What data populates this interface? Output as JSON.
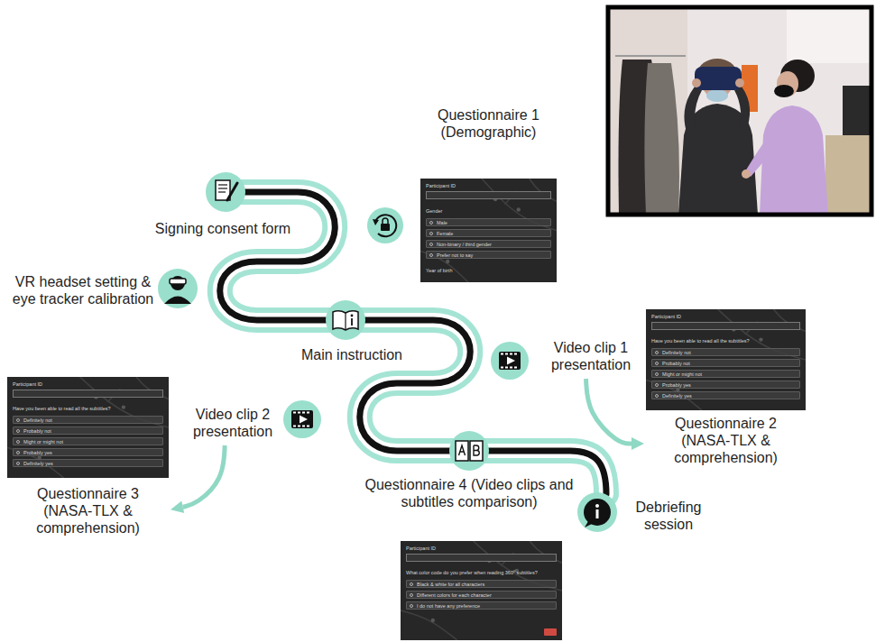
{
  "diagram": {
    "nodes": [
      {
        "text": [
          "Signing consent form"
        ]
      },
      {
        "text": [
          "Questionnaire 1 (Demographic)",
          "Participant ID",
          "Gender",
          "Male",
          "Female",
          "Non-binary / third gender",
          "Prefer not to say",
          "Year of birth"
        ]
      },
      {
        "text": [
          "VR headset setting & eye tracker calibration"
        ]
      },
      {
        "text": [
          "Main instruction"
        ]
      },
      {
        "text": [
          "Video clip 1 presentation"
        ]
      },
      {
        "text": [
          "Questionnaire 2 (NASA-TLX & comprehension)",
          "Participant ID",
          "Have you been able to read all the subtitles?",
          "Definitely not",
          "Probably not",
          "Might or might not",
          "Probably yes",
          "Definitely yes"
        ]
      },
      {
        "text": [
          "Video clip 2 presentation"
        ]
      },
      {
        "text": [
          "Questionnaire 3 (NASA-TLX & comprehension)",
          "Participant ID",
          "Have you been able to read all the subtitles?",
          "Definitely not",
          "Probably not",
          "Might or might not",
          "Probably yes",
          "Definitely yes"
        ]
      },
      {
        "text": [
          "Questionnaire 4 (Video clips and subtitles comparison)",
          "Participant ID",
          "What color code do you prefer when reading 360º subtitles?",
          "Black & white for all characters",
          "Different colors for each character",
          "I do not have any preference"
        ]
      },
      {
        "text": [
          "Debriefing session"
        ]
      }
    ],
    "edges": [
      {
        "from": 4,
        "to": 5,
        "arrow": "to"
      },
      {
        "from": 6,
        "to": 7,
        "arrow": "to"
      }
    ]
  }
}
